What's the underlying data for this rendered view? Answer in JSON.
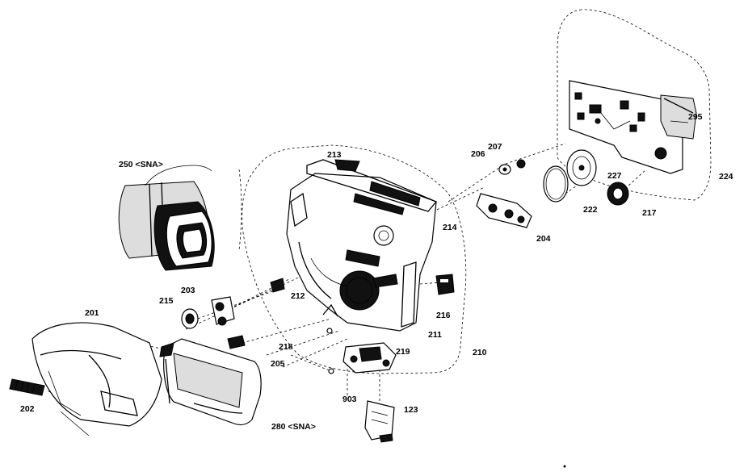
{
  "labels": {
    "p250": "250 <SNA>",
    "p213": "213",
    "p206": "206",
    "p207": "207",
    "p295": "295",
    "p224": "224",
    "p227": "227",
    "p222": "222",
    "p217": "217",
    "p214": "214",
    "p204": "204",
    "p203": "203",
    "p215": "215",
    "p212": "212",
    "p216": "216",
    "p201": "201",
    "p211": "211",
    "p218": "218",
    "p219": "219",
    "p210": "210",
    "p205": "205",
    "p202": "202",
    "p903": "903",
    "p123": "123",
    "p280": "280 <SNA>"
  }
}
